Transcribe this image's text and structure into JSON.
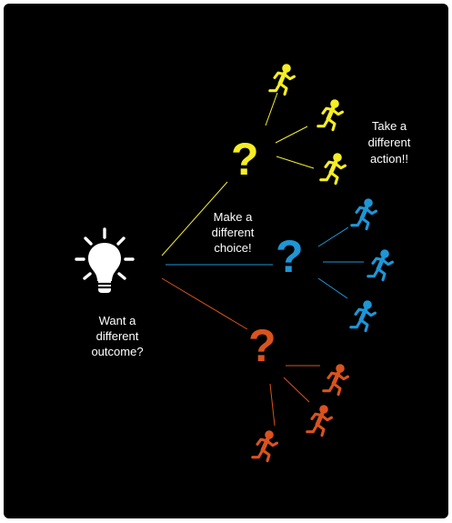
{
  "labels": {
    "outcome_line1": "Want a",
    "outcome_line2": "different",
    "outcome_line3": "outcome?",
    "choice_line1": "Make a",
    "choice_line2": "different",
    "choice_line3": "choice!",
    "action_line1": "Take a",
    "action_line2": "different",
    "action_line3": "action!!"
  },
  "question_marks": {
    "yellow": "?",
    "blue": "?",
    "orange": "?"
  },
  "icons": {
    "central": "lightbulb-icon",
    "runner": "running-person-icon"
  },
  "colors": {
    "background": "#000000",
    "text": "#ffffff",
    "yellow": "#f6ee23",
    "blue": "#1e96d6",
    "orange": "#d9531e"
  }
}
